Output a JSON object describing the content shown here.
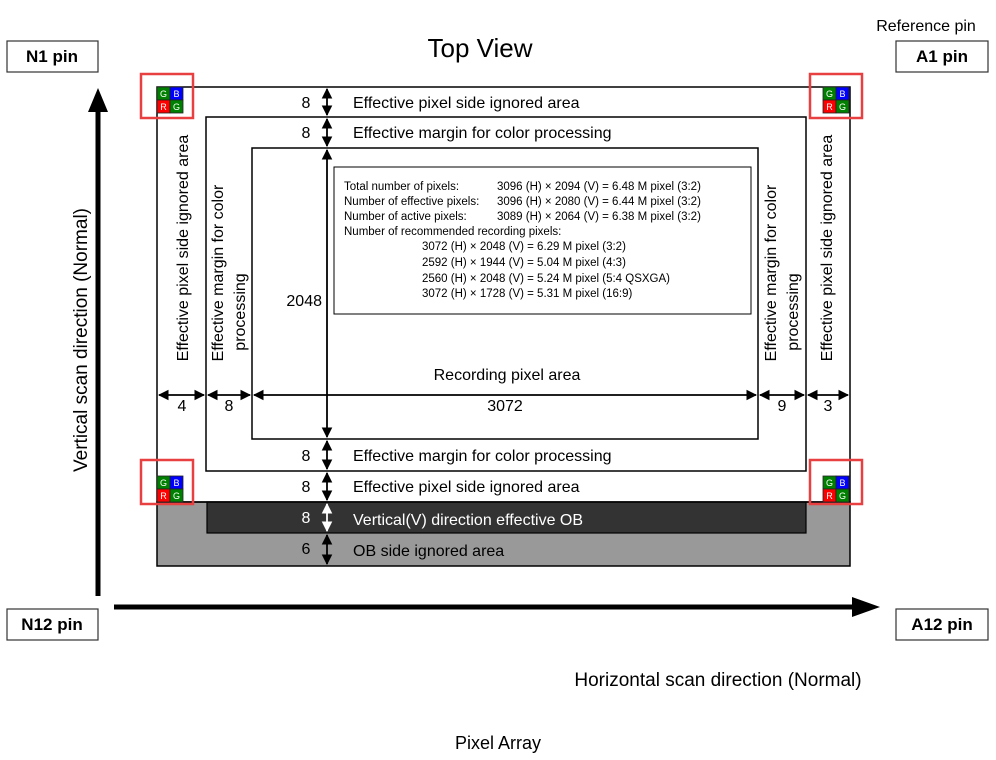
{
  "title": "Top View",
  "caption": "Pixel Array",
  "reference_label": "Reference pin",
  "pins": {
    "top_left": "N1 pin",
    "top_right": "A1 pin",
    "bottom_left": "N12 pin",
    "bottom_right": "A12 pin"
  },
  "scan": {
    "vertical": "Vertical scan direction (Normal)",
    "horizontal": "Horizontal scan direction (Normal)"
  },
  "bayer": [
    "G",
    "B",
    "R",
    "G"
  ],
  "colors": {
    "bayer_green": "#008000",
    "bayer_blue": "#0000ff",
    "bayer_red": "#ff0000",
    "highlight": "#e84040",
    "ob_effective": "#333333",
    "ob_ignored": "#999999"
  },
  "rows_top": [
    {
      "value": "8",
      "label": "Effective pixel side ignored area"
    },
    {
      "value": "8",
      "label": "Effective margin for color processing"
    }
  ],
  "rows_bottom": [
    {
      "value": "8",
      "label": "Effective margin for color processing"
    },
    {
      "value": "8",
      "label": "Effective pixel side ignored area"
    },
    {
      "value": "8",
      "label": "Vertical(V) direction effective OB"
    },
    {
      "value": "6",
      "label": "OB side ignored area"
    }
  ],
  "columns": {
    "left_outer": {
      "value": "4",
      "label": "Effective pixel side ignored area"
    },
    "left_inner": {
      "value": "8",
      "label_line1": "Effective margin for color",
      "label_line2": "processing"
    },
    "center": {
      "value": "3072",
      "label": "Recording pixel area"
    },
    "right_inner": {
      "value": "9",
      "label_line1": "Effective margin for color",
      "label_line2": "processing"
    },
    "right_outer": {
      "value": "3",
      "label": "Effective pixel side ignored area"
    }
  },
  "vertical_recording": "2048",
  "info": {
    "lines": [
      {
        "label": "Total number of pixels:",
        "value": "3096 (H) × 2094 (V) = 6.48 M pixel (3:2)"
      },
      {
        "label": "Number of effective pixels:",
        "value": "3096 (H) × 2080 (V) = 6.44 M pixel (3:2)"
      },
      {
        "label": "Number of active pixels:",
        "value": "3089 (H) × 2064 (V) = 6.38 M pixel (3:2)"
      }
    ],
    "recommended_heading": "Number of recommended recording pixels:",
    "recommended": [
      "3072 (H) × 2048 (V) = 6.29 M pixel (3:2)",
      "2592 (H) × 1944 (V) = 5.04 M pixel (4:3)",
      "2560 (H) × 2048 (V) = 5.24 M pixel (5:4 QSXGA)",
      "3072 (H) × 1728 (V) = 5.31 M pixel (16:9)"
    ]
  }
}
